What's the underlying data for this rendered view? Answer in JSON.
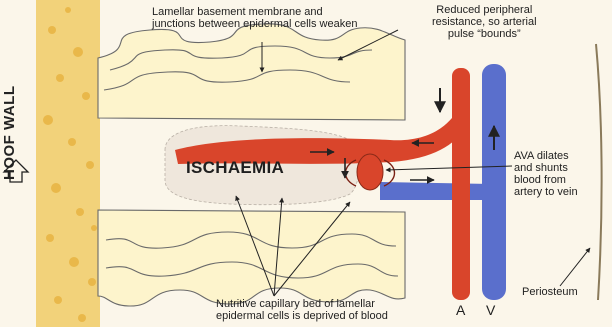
{
  "labels": {
    "membrane": [
      "Lamellar basement membrane and",
      "junctions between epidermal cells weaken"
    ],
    "resistance": [
      "Reduced peripheral",
      "resistance, so arterial",
      "pulse “bounds”"
    ],
    "ava": [
      "AVA dilates",
      "and shunts",
      "blood from",
      "artery to vein"
    ],
    "ischaemia": "ISCHAEMIA",
    "hoof_wall": "HOOF WALL",
    "nutritive": [
      "Nutritive capillary bed of lamellar",
      "epidermal cells is deprived of blood"
    ],
    "periosteum": "Periosteum",
    "artery": "A",
    "vein": "V"
  },
  "colors": {
    "artery": "#d9452b",
    "vein": "#5a6fcc",
    "hoof_wall": "#f2d27a",
    "lamellae_fill": "#fdf4cc",
    "ischaemic_zone": "#efe7dc"
  },
  "icons": {
    "outward_arrow": "arrow-up-outline-icon",
    "flow_arrows": "arrow-icon"
  }
}
